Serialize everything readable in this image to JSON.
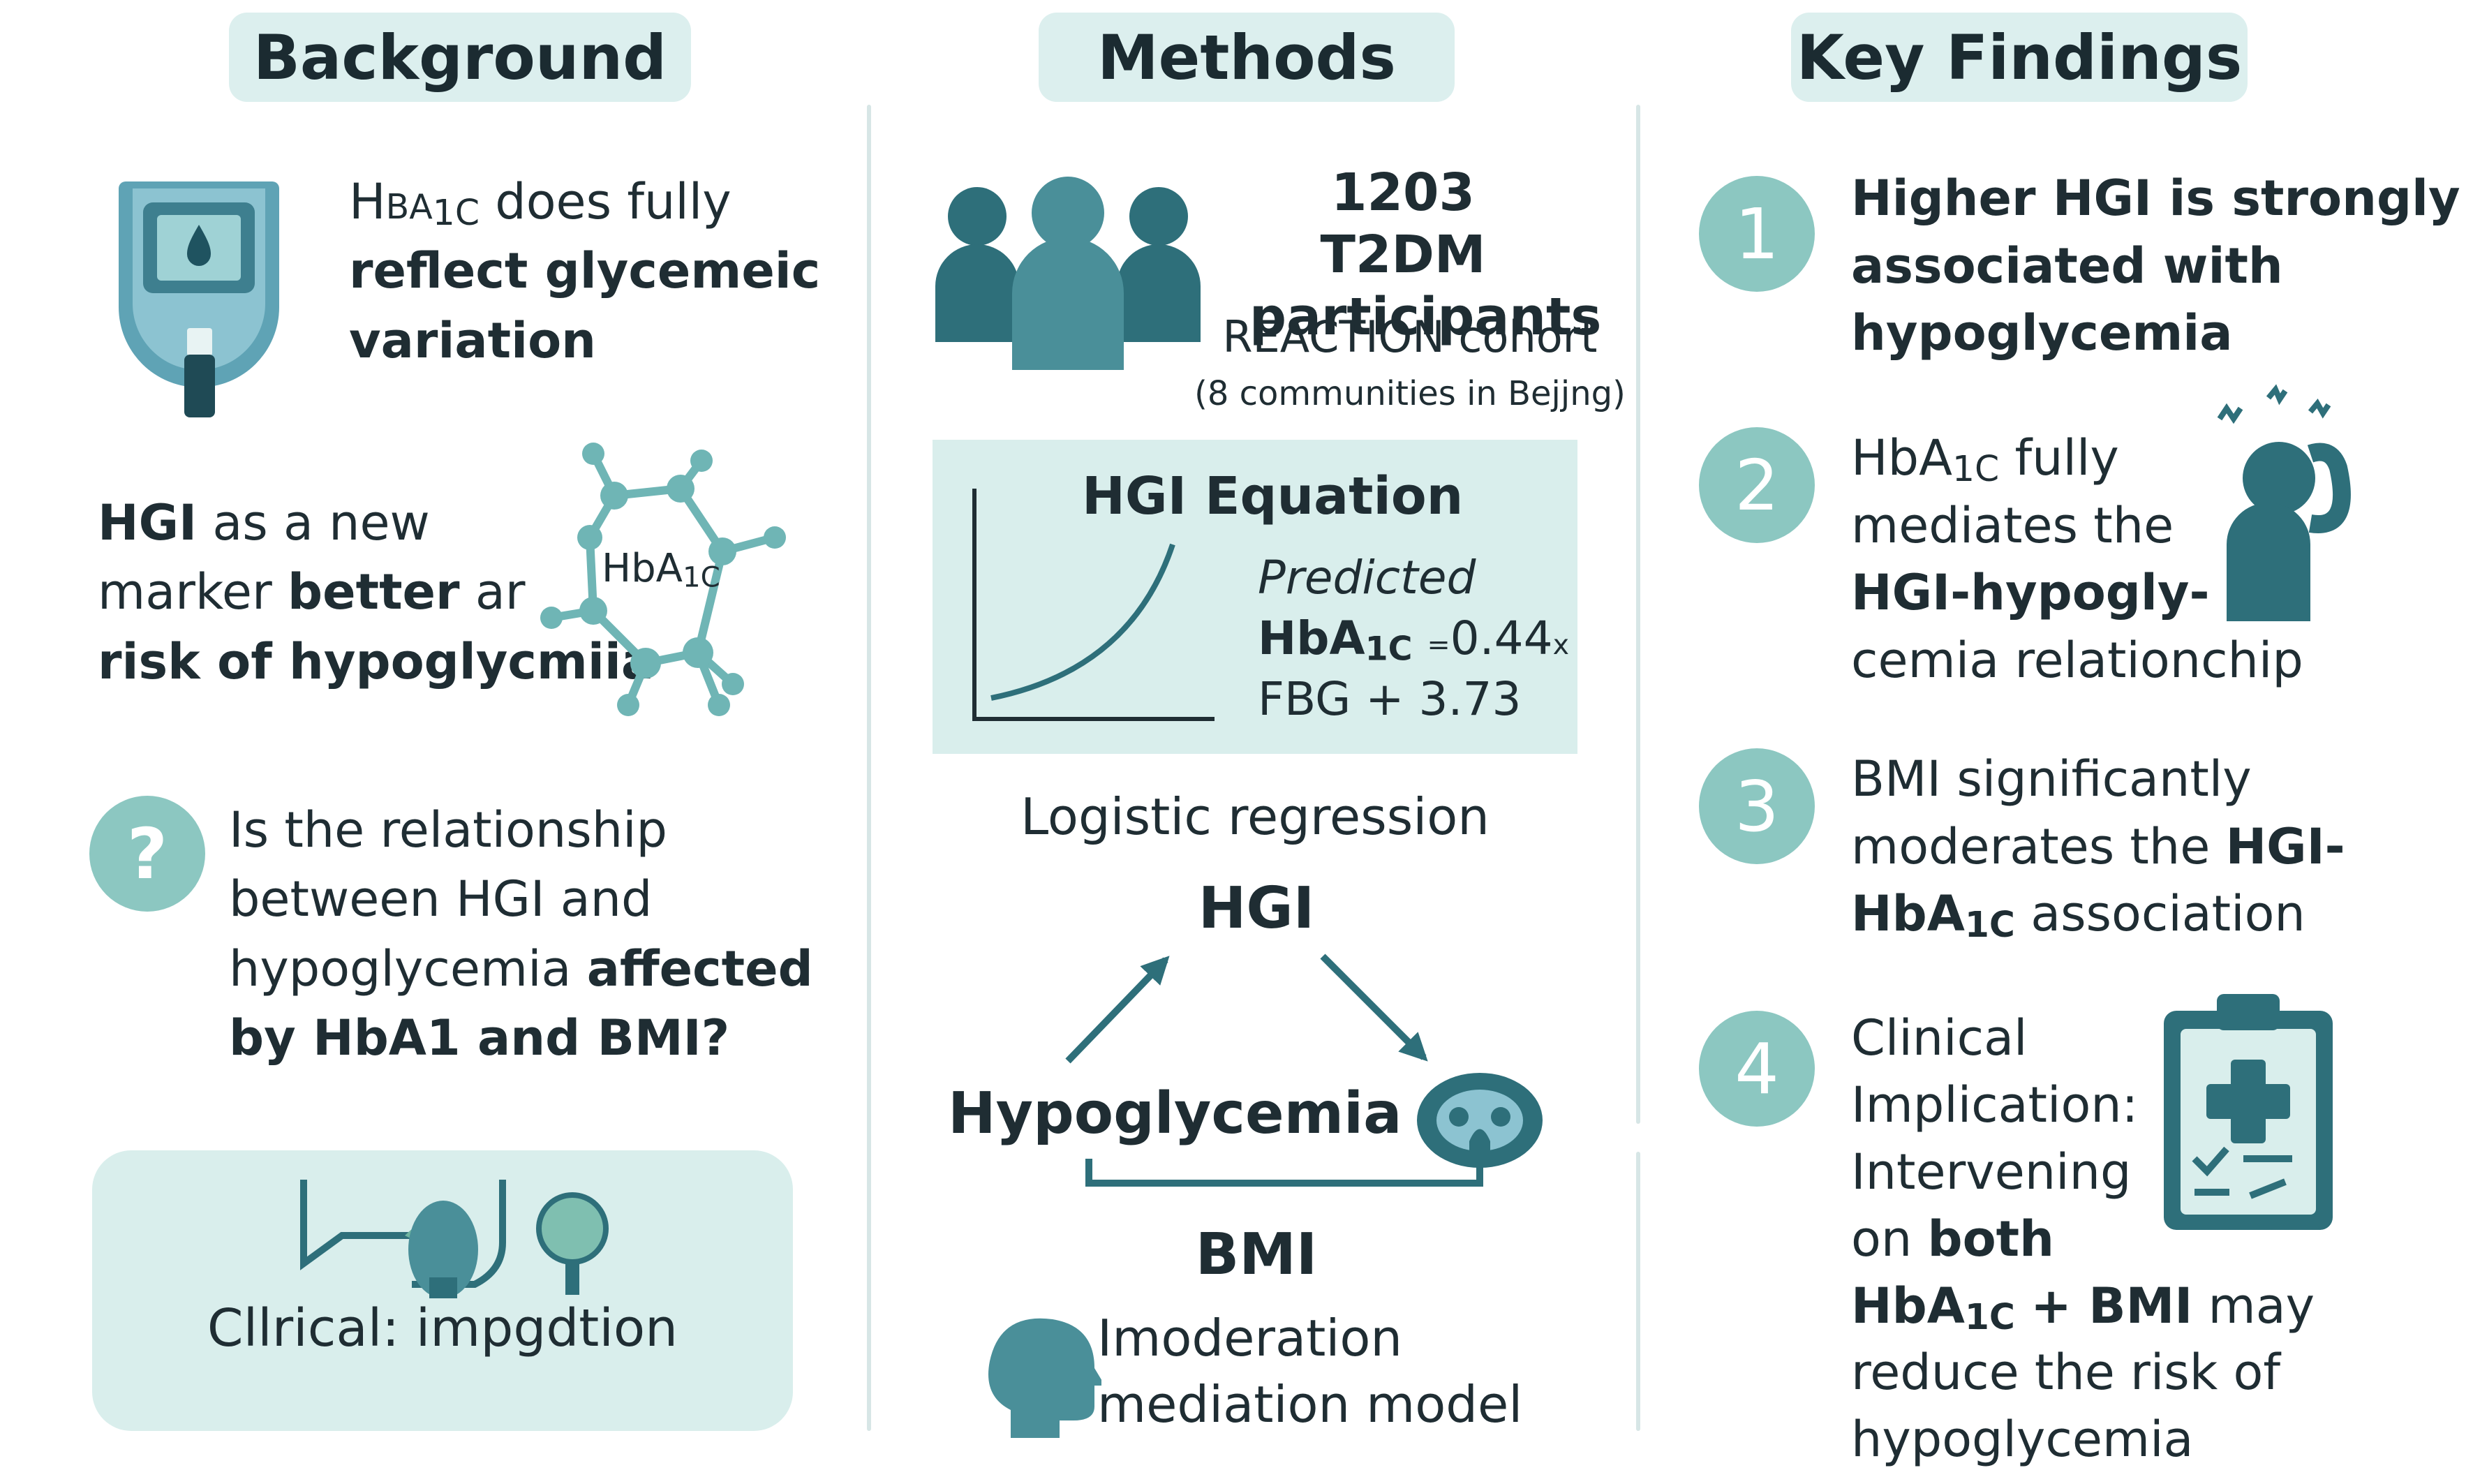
{
  "columns": {
    "background": {
      "header": "Background",
      "item1": {
        "line1_prefix": "H",
        "line1_hba": "BA",
        "line1_sub": "1C",
        "line1_suffix": "does fully",
        "line2": "reflect glycemeic",
        "line3": "variation"
      },
      "item2": {
        "l1_bold": "HGI",
        "l1_rest": "as a new",
        "l2_a": "marker",
        "l2_bold": "better",
        "l2_c": "ar",
        "l3_bold": "risk of hypoglycmiia",
        "molecule_label_main": "HbA",
        "molecule_label_sub": "1C"
      },
      "question": {
        "symbol": "?",
        "line1": "Is the relationship",
        "line2": "between HGI and",
        "line3_a": "hypoglycemia",
        "line3_b": "affected",
        "line4": "by HbA1 and BMI?"
      },
      "panel_caption": "Cllrical: impgdtion"
    },
    "methods": {
      "header": "Methods",
      "participants_line1": "1203 T2DM",
      "participants_line2": "participants",
      "cohort": "REACTION cohort",
      "communities": "(8 communities in Bejjng)",
      "equation": {
        "title": "HGI Equation",
        "line1": "Predicted",
        "line2_main": "HbA",
        "line2_sub": "1C",
        "line2_eq": "=",
        "line2_val": "0.44",
        "line2_x": "x",
        "line3": "FBG + 3.73"
      },
      "logistic": "Logistic regression",
      "node_hgi": "HGI",
      "node_hypo": "Hypoglycemia",
      "node_bmi": "BMI",
      "model_line1": "Imoderation",
      "model_line2": "mediation model"
    },
    "findings": {
      "header": "Key Findings",
      "f1": {
        "num": "1",
        "line1": "Higher HGI is strongly",
        "line2": "associated with",
        "line3": "hypoglycemia"
      },
      "f2": {
        "num": "2",
        "line1_main": "HbA",
        "line1_sub": "1C",
        "line1_rest": "fully",
        "line2": "mediates the",
        "line3": "HGI-hypogly-",
        "line4": "cemia relationchip"
      },
      "f3": {
        "num": "3",
        "line1": "BMI significantly",
        "line2_a": "moderates the",
        "line2_b": "HGI-",
        "line3_main": "HbA",
        "line3_sub": "1C",
        "line3_rest": "association"
      },
      "f4": {
        "num": "4",
        "line1": "Clinical",
        "line2": "Implication:",
        "line3": "Intervening",
        "line4_a": "on",
        "line4_b": "both",
        "line5_main": "HbA",
        "line5_sub": "1C",
        "line5_plus": "+ BMI",
        "line5_rest": "may",
        "line6": "reduce the risk of",
        "line7": "hypoglycemia"
      }
    }
  },
  "colors": {
    "header_bg": "#dcefee",
    "teal_dark": "#2e6f7a",
    "teal_mid": "#4a8f99",
    "teal_light": "#8cc7c1",
    "panel_bg": "#d9eeec"
  },
  "icons": [
    "glucometer-icon",
    "molecule-icon",
    "question-icon",
    "stethoscope-icon",
    "people-group-icon",
    "curve-graph-icon",
    "arrow-icon",
    "organ-icon",
    "head-profile-icon",
    "stressed-person-icon",
    "clipboard-checklist-icon"
  ]
}
